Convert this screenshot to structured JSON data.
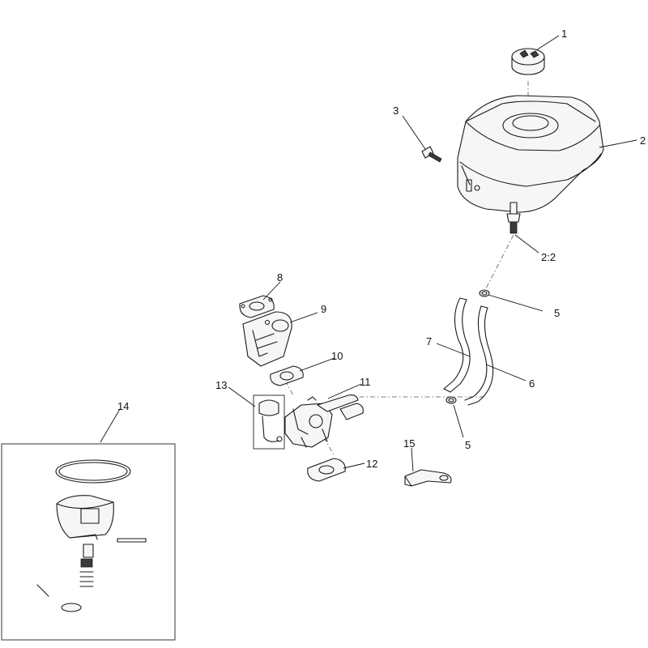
{
  "diagram": {
    "callouts": [
      {
        "id": "c1",
        "label": "1"
      },
      {
        "id": "c2",
        "label": "2"
      },
      {
        "id": "c3",
        "label": "3"
      },
      {
        "id": "c22",
        "label": "2:2"
      },
      {
        "id": "c5a",
        "label": "5"
      },
      {
        "id": "c5b",
        "label": "5"
      },
      {
        "id": "c6",
        "label": "6"
      },
      {
        "id": "c7",
        "label": "7"
      },
      {
        "id": "c8",
        "label": "8"
      },
      {
        "id": "c9",
        "label": "9"
      },
      {
        "id": "c10",
        "label": "10"
      },
      {
        "id": "c11",
        "label": "11"
      },
      {
        "id": "c12",
        "label": "12"
      },
      {
        "id": "c13",
        "label": "13"
      },
      {
        "id": "c14",
        "label": "14"
      },
      {
        "id": "c15",
        "label": "15"
      }
    ]
  }
}
